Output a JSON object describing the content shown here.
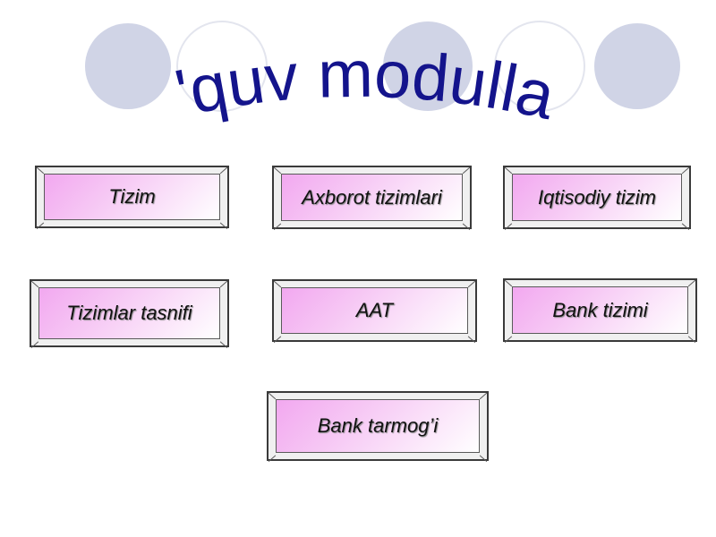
{
  "slide": {
    "title": "O'quv modullari",
    "title_color": "#14148c",
    "accent_pink": "#f2a8f0",
    "decor_circle_color": "#d0d4e6"
  },
  "buttons": {
    "tizim": "Tizim",
    "axborot_tizimlari": "Axborot tizimlari",
    "iqtisodiy_tizim": "Iqtisodiy tizim",
    "tizimlar_tasnifi": "Tizimlar tasnifi",
    "aat": "AAT",
    "bank_tizimi": "Bank tizimi",
    "bank_tarmogi": "Bank tarmog’i"
  }
}
